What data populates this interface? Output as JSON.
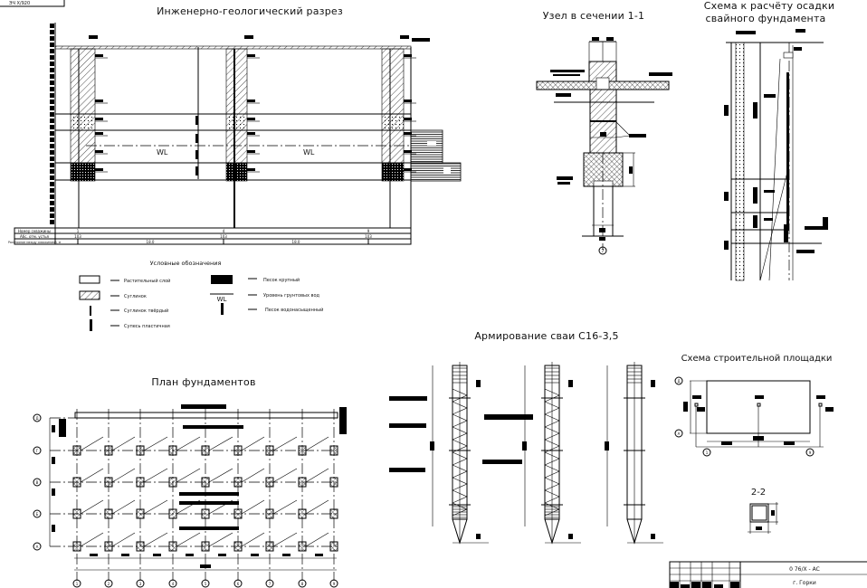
{
  "stamp_top_left": {
    "text": "ЭЧ    Х/920"
  },
  "geo_section": {
    "title": "Инженерно-геологический разрез",
    "water_level_label": "WL",
    "table_rows": [
      "Номер скважины",
      "Абс. отм. устья",
      "Расстояние между скважинами, м"
    ],
    "boreholes": [
      "1",
      "4",
      "9"
    ],
    "wells_marks": [
      "103",
      "103",
      "103"
    ],
    "distances": [
      "18.0",
      "18.0"
    ]
  },
  "node_section": {
    "title": "Узел в сечении 1-1",
    "axis_label": "7"
  },
  "settlement_scheme": {
    "title_line1": "Схема к расчёту осадки",
    "title_line2": "свайного фундамента"
  },
  "legend": {
    "title": "Условные обозначения",
    "items": [
      {
        "symbol": "topsoil",
        "label": "Растительный слой"
      },
      {
        "symbol": "loam",
        "label": "Суглинок"
      },
      {
        "symbol": "loam-hard",
        "label": "Суглинок твёрдый"
      },
      {
        "symbol": "sandy-loam",
        "label": "Супесь пластичная"
      },
      {
        "symbol": "sand-coarse",
        "label": "Песок крупный"
      },
      {
        "symbol": "water-level",
        "label": "Уровень грунтовых вод",
        "sub": "WL"
      },
      {
        "symbol": "sand-saturated",
        "label": "Песок водонасыщенный"
      }
    ]
  },
  "pile_reinforcement": {
    "title": "Армирование сваи С16-3,5"
  },
  "site_scheme": {
    "title": "Схема строительной площадки",
    "axes_rows": [
      "Д",
      "А"
    ],
    "axes_cols": [
      "1",
      "9"
    ]
  },
  "foundation_plan": {
    "title": "План фундаментов",
    "row_axes": [
      "Д",
      "Г",
      "В",
      "Б",
      "А"
    ],
    "col_axes": [
      "1",
      "2",
      "3",
      "4",
      "5",
      "6",
      "7",
      "8",
      "9"
    ]
  },
  "section_2_2": {
    "title": "2-2"
  },
  "title_block": {
    "code": "0 76/Х - АС",
    "city": "г. Горки"
  }
}
